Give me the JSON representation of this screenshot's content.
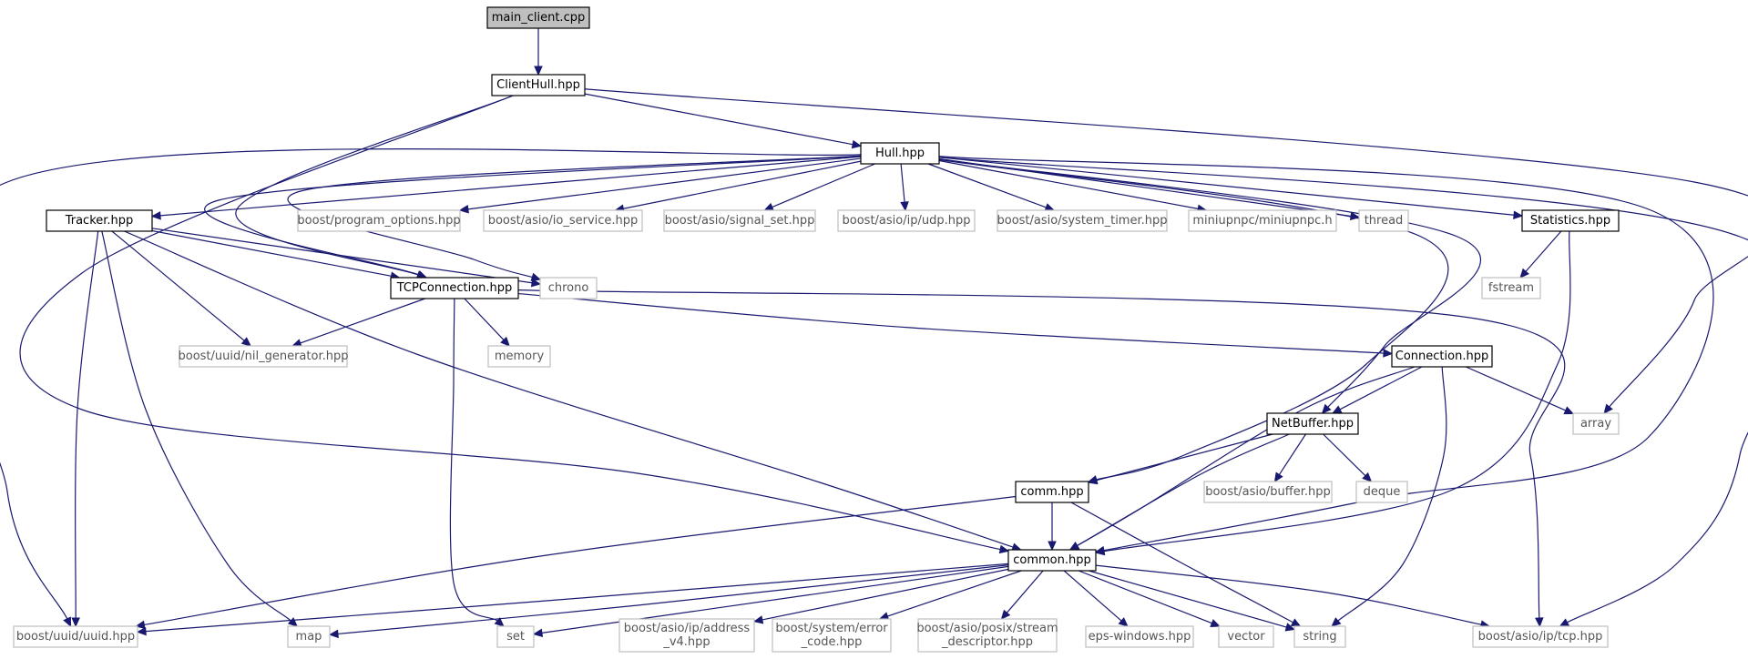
{
  "nodes": {
    "main_client": {
      "label": "main_client.cpp",
      "kind": "root"
    },
    "clienthull": {
      "label": "ClientHull.hpp",
      "kind": "local"
    },
    "hull": {
      "label": "Hull.hpp",
      "kind": "local"
    },
    "tracker": {
      "label": "Tracker.hpp",
      "kind": "local"
    },
    "program_options": {
      "label": "boost/program_options.hpp",
      "kind": "system"
    },
    "io_service": {
      "label": "boost/asio/io_service.hpp",
      "kind": "system"
    },
    "signal_set": {
      "label": "boost/asio/signal_set.hpp",
      "kind": "system"
    },
    "udp": {
      "label": "boost/asio/ip/udp.hpp",
      "kind": "system"
    },
    "system_timer": {
      "label": "boost/asio/system_timer.hpp",
      "kind": "system"
    },
    "miniupnpc": {
      "label": "miniupnpc/miniupnpc.h",
      "kind": "system"
    },
    "thread": {
      "label": "thread",
      "kind": "system"
    },
    "statistics": {
      "label": "Statistics.hpp",
      "kind": "local"
    },
    "tcpconnection": {
      "label": "TCPConnection.hpp",
      "kind": "local"
    },
    "chrono": {
      "label": "chrono",
      "kind": "system"
    },
    "fstream": {
      "label": "fstream",
      "kind": "system"
    },
    "nil_generator": {
      "label": "boost/uuid/nil_generator.hpp",
      "kind": "system"
    },
    "memory": {
      "label": "memory",
      "kind": "system"
    },
    "connection": {
      "label": "Connection.hpp",
      "kind": "local"
    },
    "netbuffer": {
      "label": "NetBuffer.hpp",
      "kind": "local"
    },
    "array": {
      "label": "array",
      "kind": "system"
    },
    "comm": {
      "label": "comm.hpp",
      "kind": "local"
    },
    "buffer": {
      "label": "boost/asio/buffer.hpp",
      "kind": "system"
    },
    "deque": {
      "label": "deque",
      "kind": "system"
    },
    "common": {
      "label": "common.hpp",
      "kind": "local"
    },
    "uuid": {
      "label": "boost/uuid/uuid.hpp",
      "kind": "system"
    },
    "map": {
      "label": "map",
      "kind": "system"
    },
    "set": {
      "label": "set",
      "kind": "system"
    },
    "address_v4": {
      "label": [
        "boost/asio/ip/address",
        "_v4.hpp"
      ],
      "kind": "system"
    },
    "error_code": {
      "label": [
        "boost/system/error",
        "_code.hpp"
      ],
      "kind": "system"
    },
    "stream_descriptor": {
      "label": [
        "boost/asio/posix/stream",
        "_descriptor.hpp"
      ],
      "kind": "system"
    },
    "eps_windows": {
      "label": "eps-windows.hpp",
      "kind": "system"
    },
    "vector": {
      "label": "vector",
      "kind": "system"
    },
    "string": {
      "label": "string",
      "kind": "system"
    },
    "tcp": {
      "label": "boost/asio/ip/tcp.hpp",
      "kind": "system"
    }
  },
  "edges": [
    {
      "from": "main_client",
      "to": "clienthull"
    },
    {
      "from": "clienthull",
      "to": "hull"
    },
    {
      "from": "clienthull",
      "to": "tcpconnection"
    },
    {
      "from": "clienthull",
      "to": "common"
    },
    {
      "from": "clienthull",
      "to": "array"
    },
    {
      "from": "hull",
      "to": "tracker"
    },
    {
      "from": "hull",
      "to": "program_options"
    },
    {
      "from": "hull",
      "to": "io_service"
    },
    {
      "from": "hull",
      "to": "signal_set"
    },
    {
      "from": "hull",
      "to": "udp"
    },
    {
      "from": "hull",
      "to": "system_timer"
    },
    {
      "from": "hull",
      "to": "miniupnpc"
    },
    {
      "from": "hull",
      "to": "thread"
    },
    {
      "from": "hull",
      "to": "statistics"
    },
    {
      "from": "hull",
      "to": "tcpconnection"
    },
    {
      "from": "hull",
      "to": "chrono"
    },
    {
      "from": "hull",
      "to": "uuid"
    },
    {
      "from": "hull",
      "to": "comm"
    },
    {
      "from": "hull",
      "to": "netbuffer"
    },
    {
      "from": "hull",
      "to": "common"
    },
    {
      "from": "hull",
      "to": "tcp"
    },
    {
      "from": "tracker",
      "to": "tcpconnection"
    },
    {
      "from": "tracker",
      "to": "chrono"
    },
    {
      "from": "tracker",
      "to": "nil_generator"
    },
    {
      "from": "tracker",
      "to": "uuid"
    },
    {
      "from": "tracker",
      "to": "map"
    },
    {
      "from": "tracker",
      "to": "common"
    },
    {
      "from": "statistics",
      "to": "fstream"
    },
    {
      "from": "statistics",
      "to": "common"
    },
    {
      "from": "tcpconnection",
      "to": "nil_generator"
    },
    {
      "from": "tcpconnection",
      "to": "memory"
    },
    {
      "from": "tcpconnection",
      "to": "connection"
    },
    {
      "from": "tcpconnection",
      "to": "set"
    },
    {
      "from": "tcpconnection",
      "to": "tcp"
    },
    {
      "from": "connection",
      "to": "netbuffer"
    },
    {
      "from": "connection",
      "to": "array"
    },
    {
      "from": "connection",
      "to": "common"
    },
    {
      "from": "connection",
      "to": "string"
    },
    {
      "from": "netbuffer",
      "to": "comm"
    },
    {
      "from": "netbuffer",
      "to": "buffer"
    },
    {
      "from": "netbuffer",
      "to": "deque"
    },
    {
      "from": "netbuffer",
      "to": "common"
    },
    {
      "from": "comm",
      "to": "common"
    },
    {
      "from": "comm",
      "to": "uuid"
    },
    {
      "from": "comm",
      "to": "string"
    },
    {
      "from": "common",
      "to": "uuid"
    },
    {
      "from": "common",
      "to": "map"
    },
    {
      "from": "common",
      "to": "set"
    },
    {
      "from": "common",
      "to": "address_v4"
    },
    {
      "from": "common",
      "to": "error_code"
    },
    {
      "from": "common",
      "to": "stream_descriptor"
    },
    {
      "from": "common",
      "to": "eps_windows"
    },
    {
      "from": "common",
      "to": "vector"
    },
    {
      "from": "common",
      "to": "string"
    },
    {
      "from": "common",
      "to": "tcp"
    }
  ],
  "colors": {
    "edge": "#191970",
    "root_fill": "#bfbfbf",
    "root_border": "#000000",
    "local_fill": "#ffffff",
    "local_border": "#000000",
    "system_fill": "#ffffff",
    "system_border": "#bfbfbf",
    "local_text": "#000000",
    "system_text": "#555555"
  }
}
